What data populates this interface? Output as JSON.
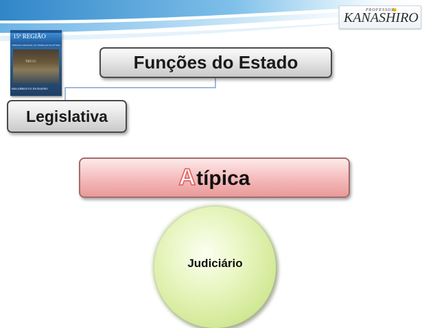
{
  "logo": {
    "small_text": "PROFESSOR",
    "big_text": "KANASHIRO"
  },
  "book": {
    "title": "15ª REGIÃO",
    "subtitle": "TRIBUNAL REGIONAL DO TRABALHO DA 15ª REGIÃO",
    "photo_label": "TRT/15",
    "footer": "REGIMENTO INTERNO"
  },
  "header_box": {
    "label": "Funções do Estado"
  },
  "branch_box": {
    "label": "Legislativa"
  },
  "type_bar": {
    "initial": "A",
    "rest": "típica"
  },
  "circle": {
    "label": "Judiciário"
  },
  "colors": {
    "banner_blue": "#2f86c8",
    "pill_border": "#4a4a4a",
    "type_bar_pink": "#f5b9b9",
    "circle_green": "#d3ea98"
  }
}
